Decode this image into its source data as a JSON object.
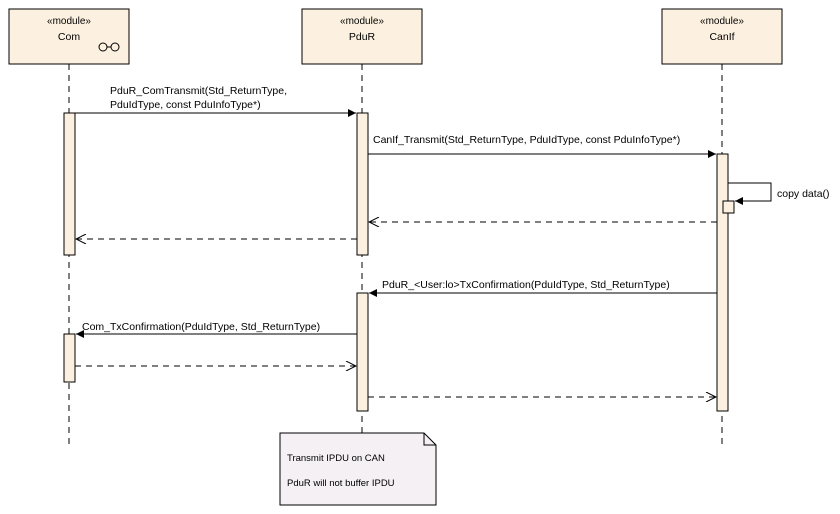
{
  "lifelines": [
    {
      "id": "com",
      "stereotype": "«module»",
      "name": "Com"
    },
    {
      "id": "pdur",
      "stereotype": "«module»",
      "name": "PduR"
    },
    {
      "id": "canif",
      "stereotype": "«module»",
      "name": "CanIf"
    }
  ],
  "messages": {
    "pdur_com_transmit_line1": "PduR_ComTransmit(Std_ReturnType,",
    "pdur_com_transmit_line2": "PduIdType, const PduInfoType*)",
    "canif_transmit": "CanIf_Transmit(Std_ReturnType, PduIdType, const PduInfoType*)",
    "copy_data": "copy data()",
    "pdur_tx_confirmation": "PduR_<User:lo>TxConfirmation(PduIdType, Std_ReturnType)",
    "com_tx_confirmation": "Com_TxConfirmation(PduIdType, Std_ReturnType)"
  },
  "note": {
    "line1": "Transmit IPDU on CAN",
    "line2": "PduR will not buffer IPDU"
  },
  "colors": {
    "lifeline_head_fill": "#fcf1e0",
    "activation_fill": "#fcf1e0",
    "note_fill": "#f4f0f4",
    "line": "#000000"
  }
}
